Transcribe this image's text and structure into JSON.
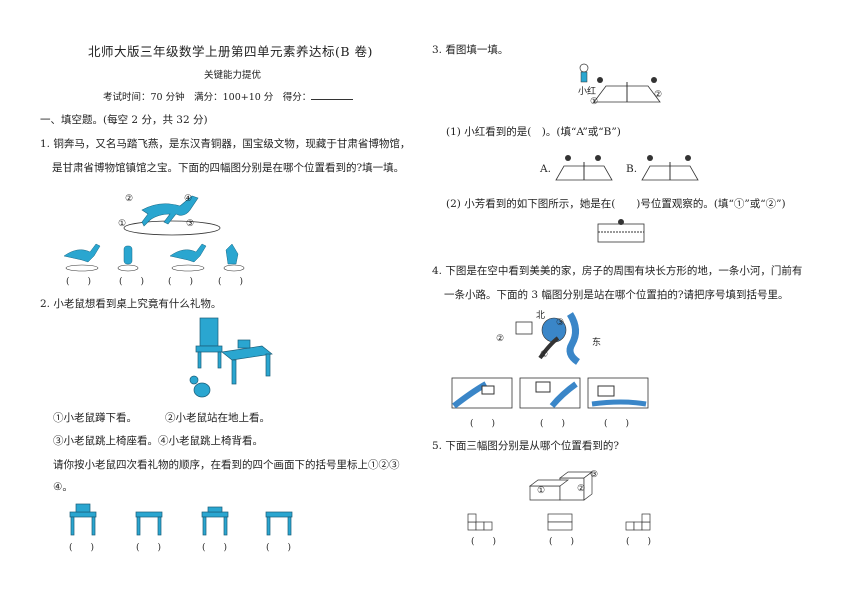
{
  "header": {
    "title": "北师大版三年级数学上册第四单元素养达标(B 卷)",
    "subtitle": "关键能力提优",
    "exam_info": "考试时间：70 分钟　满分：100+10 分　得分："
  },
  "section1": {
    "heading": "一、填空题。(每空 2 分，共 32 分)",
    "q1": {
      "line1": "1. 铜奔马，又名马踏飞燕，是东汉青铜器，国宝级文物，现藏于甘肃省博物馆，",
      "line2": "是甘肃省博物馆镇馆之宝。下面的四幅图分别是在哪个位置看到的?填一填。",
      "markers": [
        "②",
        "④",
        "①",
        "③"
      ],
      "blanks": [
        "(　　)",
        "(　　)",
        "(　　)",
        "(　　)"
      ]
    },
    "q2": {
      "line1": "2. 小老鼠想看到桌上究竟有什么礼物。",
      "opt1": "①小老鼠蹲下看。",
      "opt2": "②小老鼠站在地上看。",
      "opt3": "③小老鼠跳上椅座看。④小老鼠跳上椅背看。",
      "instr1": "请你按小老鼠四次看礼物的顺序，在看到的四个画面下的括号里标上①②③",
      "instr2": "④。",
      "blanks": [
        "(　　)",
        "(　　)",
        "(　　)",
        "(　　)"
      ]
    },
    "q3": {
      "heading": "3. 看图填一填。",
      "name_label": "小红",
      "pos_markers": [
        "①",
        "②"
      ],
      "part1": "(1) 小红看到的是(　)。(填“A”或“B”)",
      "choice_a": "A.",
      "choice_b": "B.",
      "part2": "(2) 小芳看到的如下图所示，她是在(　　)号位置观察的。(填“①”或“②”)"
    },
    "q4": {
      "line1": "4. 下图是在空中看到美美的家，房子的周围有块长方形的地，一条小河，门前有",
      "line2": "一条小路。下面的 3 幅图分别是站在哪个位置拍的?请把序号填到括号里。",
      "dir_north": "北",
      "dir_east": "东",
      "markers": [
        "①",
        "②",
        "③"
      ],
      "blanks": [
        "(　　)",
        "(　　)",
        "(　　)"
      ]
    },
    "q5": {
      "heading": "5. 下面三幅图分别是从哪个位置看到的?",
      "markers": [
        "①",
        "②",
        "③"
      ],
      "blanks": [
        "(　　)",
        "(　　)",
        "(　　)"
      ]
    }
  },
  "colors": {
    "accent_blue": "#2aa6d0",
    "ink": "#222222",
    "water": "#3a86c8"
  }
}
